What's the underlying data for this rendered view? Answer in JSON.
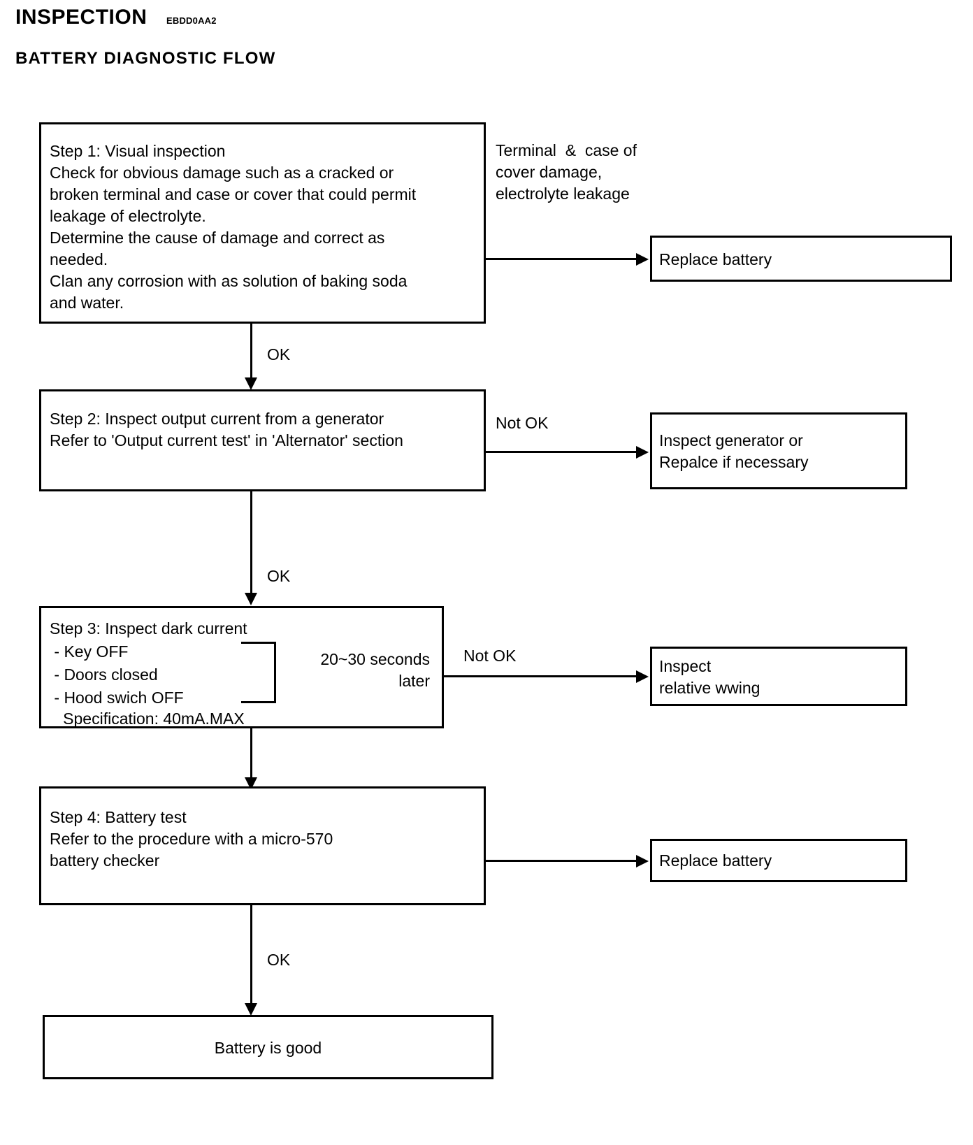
{
  "header": {
    "title": "INSPECTION",
    "code": "EBDD0AA2",
    "subtitle": "BATTERY DIAGNOSTIC FLOW"
  },
  "flow": {
    "type": "flowchart",
    "steps": [
      {
        "id": "step1",
        "text": "Step 1: Visual inspection\nCheck for obvious damage such as a cracked or\nbroken terminal and case or cover that could permit\nleakage of electrolyte.\nDetermine the cause of damage and correct as\nneeded.\nClan any corrosion with as solution of baking soda\nand water.",
        "branch_note": "Terminal  &  case of\ncover damage,\nelectrolyte leakage",
        "branch_label": "",
        "branch_target": "Replace battery",
        "next_label": "OK"
      },
      {
        "id": "step2",
        "text": "Step 2: Inspect output current from a generator\nRefer to 'Output current test' in 'Alternator' section",
        "branch_note": "",
        "branch_label": "Not OK",
        "branch_target": "Inspect generator or\nRepalce if necessary",
        "next_label": "OK"
      },
      {
        "id": "step3",
        "title": "Step 3: Inspect dark current",
        "bullets": " - Key OFF\n - Doors closed\n - Hood swich OFF",
        "spec": "   Specification: 40mA.MAX",
        "timing": "20~30 seconds\nlater",
        "branch_label": "Not OK",
        "branch_target": "Inspect\nrelative wwing",
        "next_label": ""
      },
      {
        "id": "step4",
        "text": "Step 4: Battery test\nRefer to the procedure with a micro-570\nbattery checker",
        "branch_note": "",
        "branch_label": "",
        "branch_target": "Replace battery",
        "next_label": "OK"
      }
    ],
    "result": "Battery is good"
  },
  "colors": {
    "ink": "#000000",
    "paper": "#ffffff"
  }
}
